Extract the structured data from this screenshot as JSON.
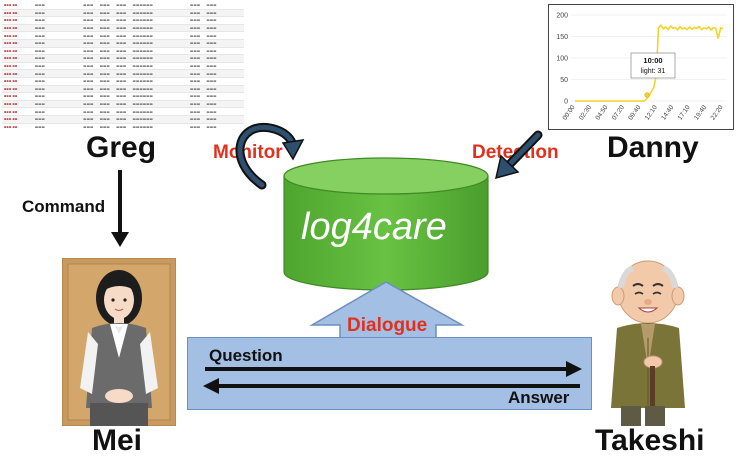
{
  "diagram": {
    "center_label": "log4care",
    "actors": {
      "greg": "Greg",
      "danny": "Danny",
      "mei": "Mei",
      "takeshi": "Takeshi"
    },
    "edge_labels": {
      "monitor": "Monitor",
      "detection": "Detection",
      "command": "Command",
      "dialogue": "Dialogue",
      "question": "Question",
      "answer": "Answer"
    },
    "colors": {
      "cylinder": "#5bb53a",
      "cylinder_top": "#8fd36a",
      "dialogue_box": "#a4bfe4",
      "red_label": "#e0301e"
    }
  },
  "chart_data": {
    "type": "line",
    "x_ticks": [
      "00:00",
      "02:30",
      "04:50",
      "07:20",
      "09:40",
      "12:10",
      "14:40",
      "17:10",
      "19:40",
      "22:20"
    ],
    "ylim": [
      0,
      200
    ],
    "y_ticks": [
      "0",
      "50",
      "100",
      "150",
      "200"
    ],
    "series": [
      {
        "values": [
          0,
          0,
          0,
          0,
          0,
          0,
          0,
          0,
          0,
          0,
          0,
          0,
          0,
          0,
          0,
          0,
          0,
          0,
          0,
          0,
          0,
          0,
          0,
          0,
          0,
          0,
          0,
          0,
          0,
          0,
          5,
          12,
          22,
          31,
          60,
          170,
          176,
          168,
          172,
          166,
          174,
          169,
          171,
          165,
          173,
          168,
          170,
          166,
          172,
          167,
          171,
          169,
          173,
          166,
          170,
          168,
          172,
          165,
          171,
          169,
          145,
          170,
          168
        ]
      }
    ],
    "tooltip": {
      "time": "10:00",
      "text": "light: 31"
    }
  }
}
